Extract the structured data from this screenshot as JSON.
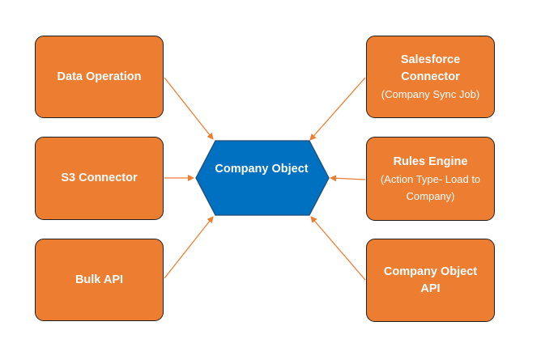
{
  "diagram": {
    "center": {
      "label": "Company Object",
      "color": "#0070c0"
    },
    "box_color": "#ed7d31",
    "arrow_color": "#ed7d31",
    "sources": [
      {
        "id": "data-operation",
        "title": "Data Operation",
        "subtitle": ""
      },
      {
        "id": "s3-connector",
        "title": "S3 Connector",
        "subtitle": ""
      },
      {
        "id": "bulk-api",
        "title": "Bulk API",
        "subtitle": ""
      },
      {
        "id": "salesforce-connector",
        "title": "Salesforce Connector",
        "subtitle": "(Company Sync Job)"
      },
      {
        "id": "rules-engine",
        "title": "Rules Engine",
        "subtitle": "(Action Type- Load to Company)"
      },
      {
        "id": "company-object-api",
        "title": "Company Object API",
        "subtitle": ""
      }
    ]
  }
}
